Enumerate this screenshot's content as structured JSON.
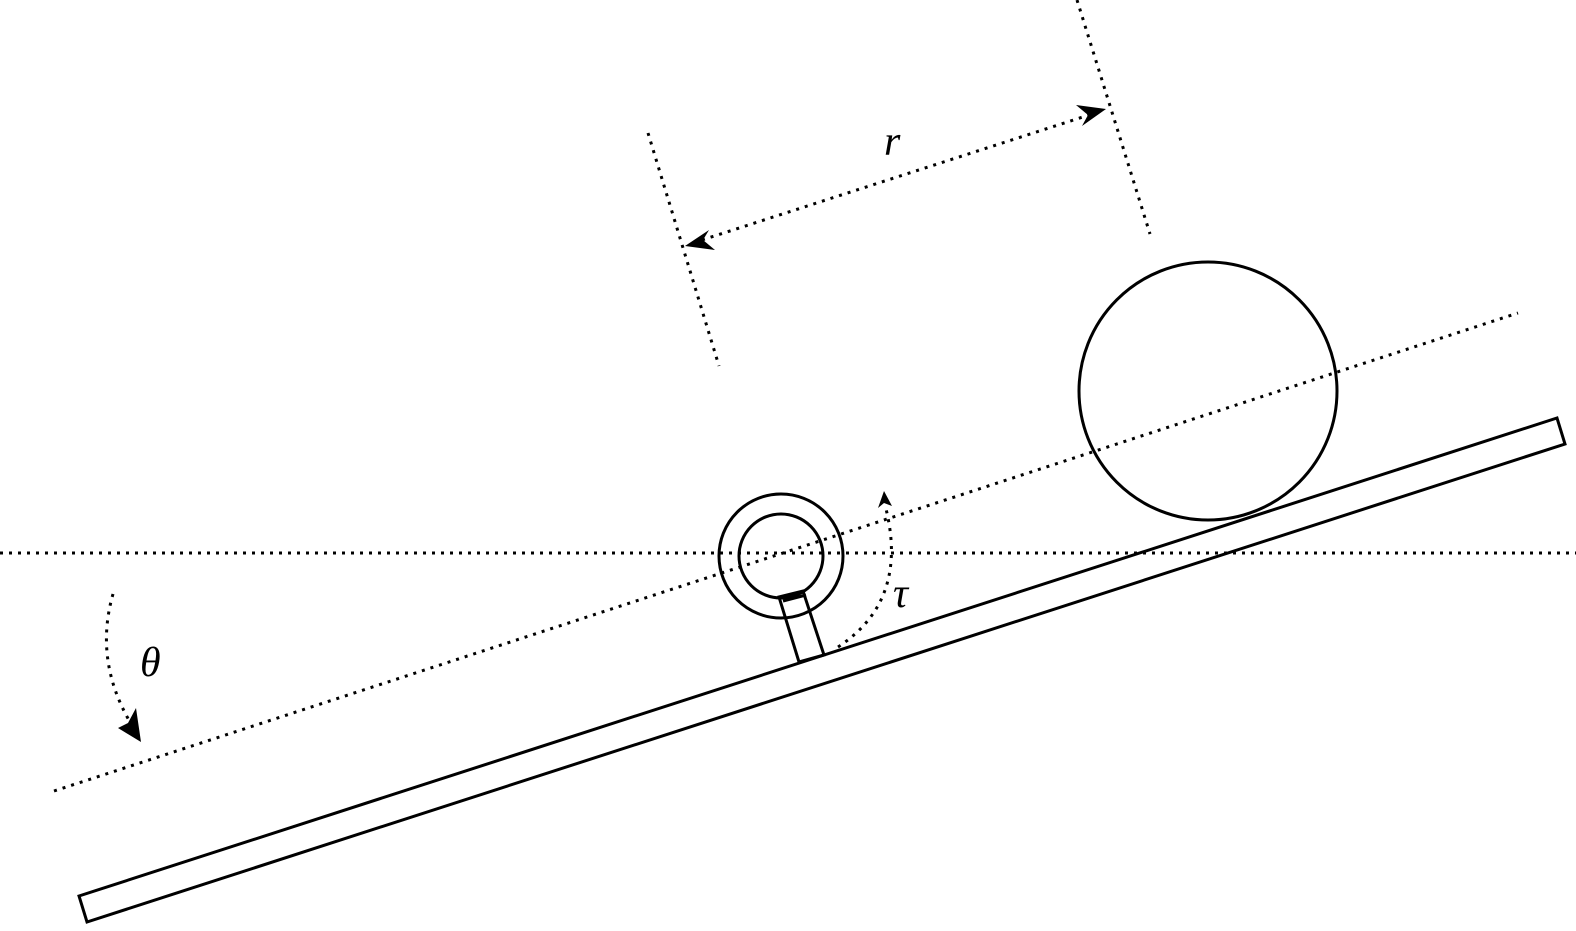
{
  "labels": {
    "radius": "r",
    "torque": "τ",
    "angle": "θ"
  },
  "colors": {
    "stroke": "#000000",
    "background": "#ffffff"
  }
}
